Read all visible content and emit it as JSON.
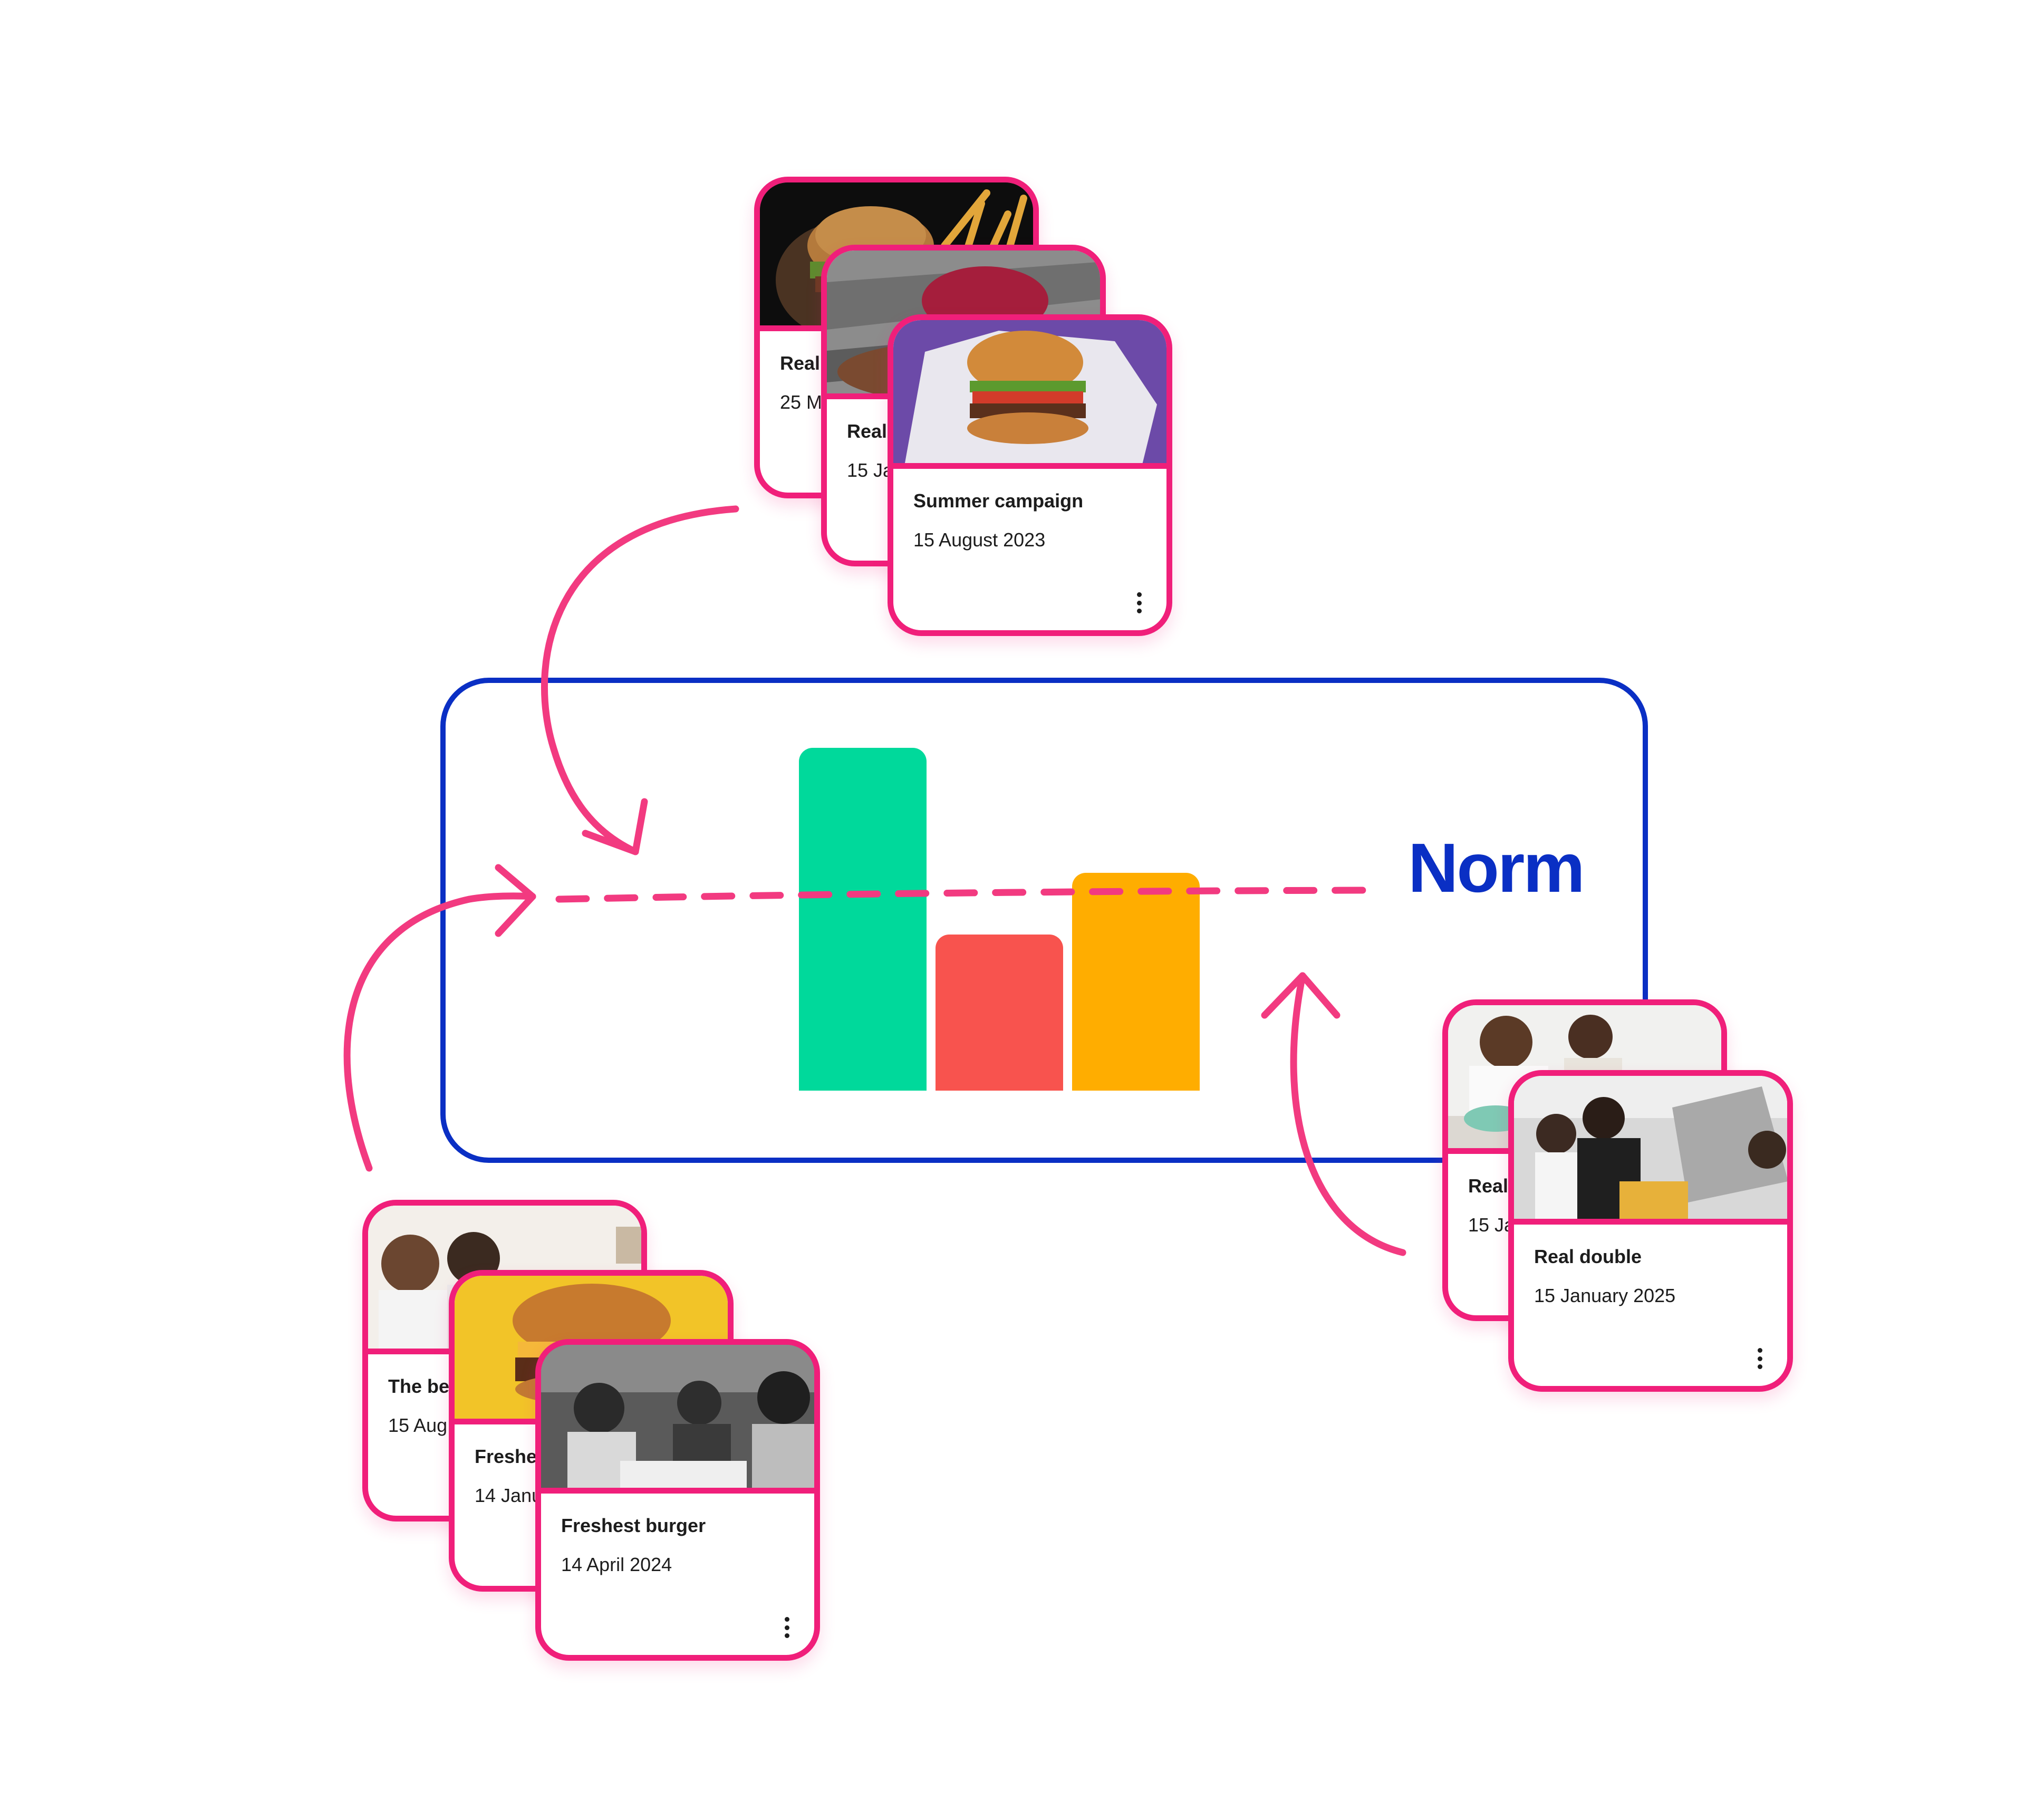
{
  "diagram": {
    "label": "Norm",
    "colors": {
      "frame": "#0a2fc4",
      "accent": "#f01f7a",
      "bar_green": "#00d99b",
      "bar_red": "#f8534e",
      "bar_yellow": "#ffad00"
    },
    "bars_relative_height": [
      1.0,
      0.455,
      0.635
    ],
    "norm_line_level": 0.56
  },
  "groups": {
    "top": {
      "cards": [
        {
          "title": "Real",
          "date": "25 M",
          "image": "burger-and-fries-photo"
        },
        {
          "title": "Real",
          "date": "15 Ja",
          "image": "red-bun-burger-photo"
        },
        {
          "title": "Summer campaign",
          "date": "15 August 2023",
          "image": "burger-in-paper-photo"
        }
      ]
    },
    "bottom_left": {
      "cards": [
        {
          "title": "The be",
          "date": "15 Aug",
          "image": "family-laughing-photo"
        },
        {
          "title": "Freshe",
          "date": "14 Janu",
          "image": "burger-yellow-background-photo"
        },
        {
          "title": "Freshest burger",
          "date": "14 April 2024",
          "image": "friends-eating-bw-photo"
        }
      ]
    },
    "right": {
      "cards": [
        {
          "title": "Real",
          "date": "15 Ja",
          "image": "couple-in-kitchen-photo"
        },
        {
          "title": "Real double",
          "date": "15 January 2025",
          "image": "family-on-porch-photo"
        }
      ]
    }
  }
}
